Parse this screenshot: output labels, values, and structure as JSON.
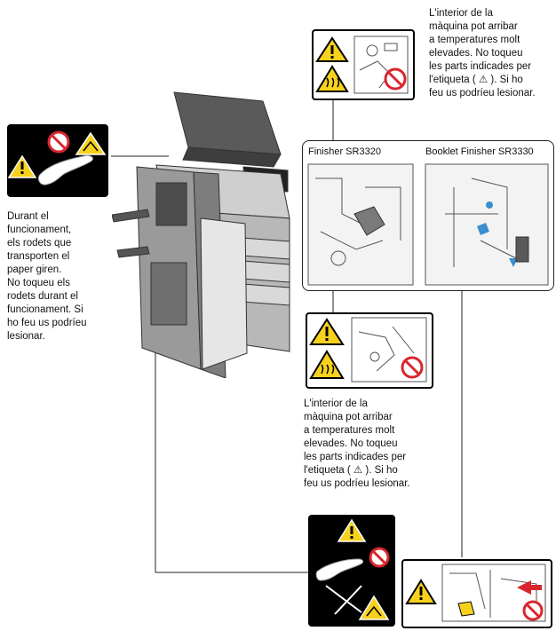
{
  "warnings": {
    "top_right": "L'interior de la\nmàquina pot arribar\na temperatures molt\nelevades. No toqueu\nles parts indicades per\nl'etiqueta ( ⚠ ). Si ho\nfeu us podríeu lesionar.",
    "left": "Durant el\nfuncionament,\nels rodets que\ntransporten el\npaper giren.\nNo toqueu els\nrodets durant el\nfuncionament. Si\nho feu us podríeu\nlesionar.",
    "middle": "L'interior de la\nmàquina pot arribar\na temperatures molt\nelevades. No toqueu\nles parts indicades per\nl'etiqueta ( ⚠ ). Si ho\nfeu us podríeu lesionar."
  },
  "finishers": {
    "left_label": "Finisher SR3320",
    "right_label": "Booklet Finisher SR3330"
  },
  "colors": {
    "warning_yellow": "#f7d21d",
    "prohibit_red": "#d9262e",
    "accent_blue": "#3a8fd0",
    "label_black": "#000000"
  },
  "icons": [
    "warning-icon",
    "hot-surface-icon",
    "no-touch-icon",
    "pinch-hazard-icon"
  ]
}
